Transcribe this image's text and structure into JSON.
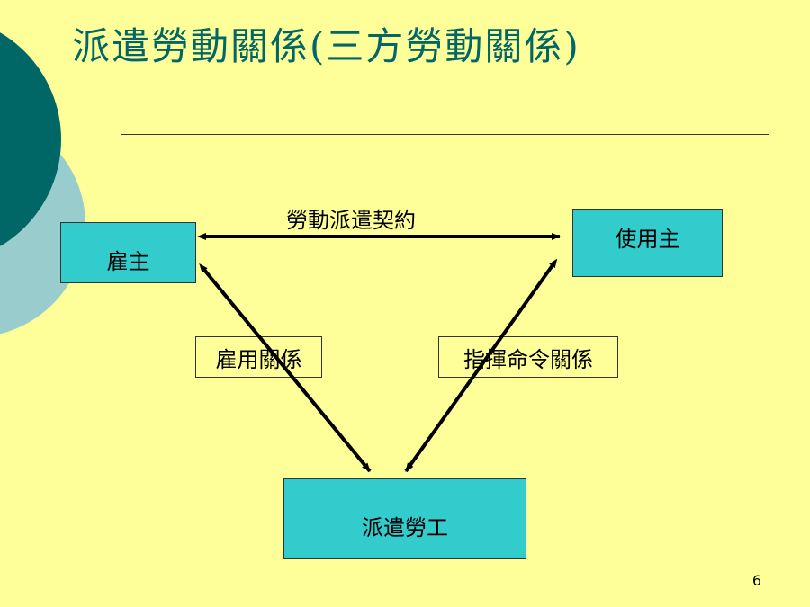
{
  "slide": {
    "title": "派遣勞動關係(三方勞動關係)",
    "page_number": "6"
  },
  "nodes": {
    "employer": "雇主",
    "user_company": "使用主",
    "dispatched_worker": "派遣勞工"
  },
  "relations": {
    "top": "勞動派遣契約",
    "left": "雇用關係",
    "right": "指揮命令關係"
  },
  "colors": {
    "background": "#FFFF99",
    "box_fill": "#33CCCC",
    "title_color": "#006666",
    "deco_dark": "#006666",
    "deco_light": "#99CCCC"
  }
}
